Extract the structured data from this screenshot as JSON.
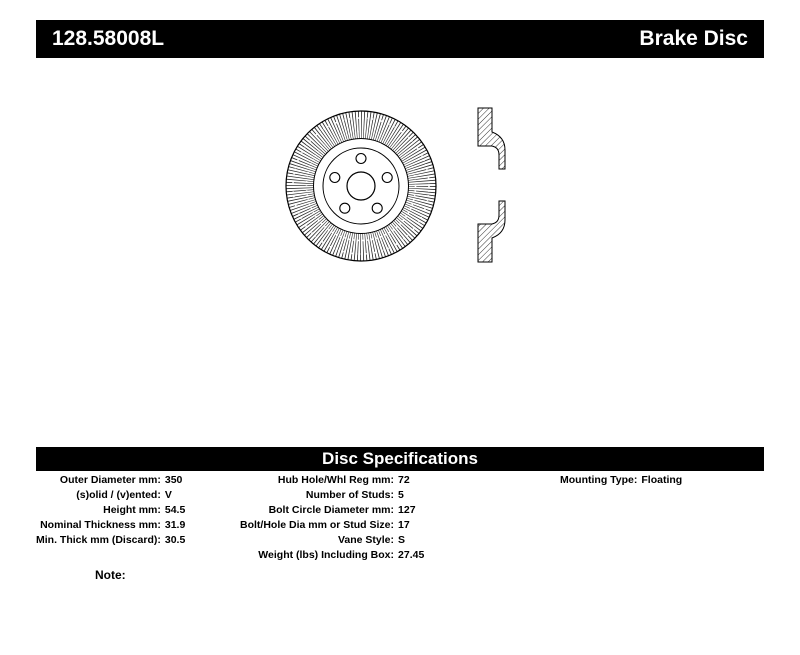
{
  "header": {
    "part_number": "128.58008L",
    "title": "Brake Disc",
    "bar_color": "#000000",
    "text_color": "#ffffff"
  },
  "specs": {
    "title": "Disc Specifications",
    "columns": [
      {
        "rows": [
          {
            "label": "Outer Diameter mm:",
            "value": "350"
          },
          {
            "label": "(s)olid / (v)ented:",
            "value": "V"
          },
          {
            "label": "Height mm:",
            "value": "54.5"
          },
          {
            "label": "Nominal Thickness mm:",
            "value": "31.9"
          },
          {
            "label": "Min. Thick mm (Discard):",
            "value": "30.5"
          }
        ]
      },
      {
        "rows": [
          {
            "label": "Hub Hole/Whl Reg mm:",
            "value": "72"
          },
          {
            "label": "Number of Studs:",
            "value": "5"
          },
          {
            "label": "Bolt Circle Diameter mm:",
            "value": "127"
          },
          {
            "label": "Bolt/Hole Dia mm or Stud Size:",
            "value": "17"
          },
          {
            "label": "Vane Style:",
            "value": "S"
          },
          {
            "label": "Weight (lbs) Including Box:",
            "value": "27.45"
          }
        ]
      },
      {
        "rows": [
          {
            "label": "Mounting Type:",
            "value": "Floating"
          }
        ]
      }
    ]
  },
  "note_label": "Note:"
}
